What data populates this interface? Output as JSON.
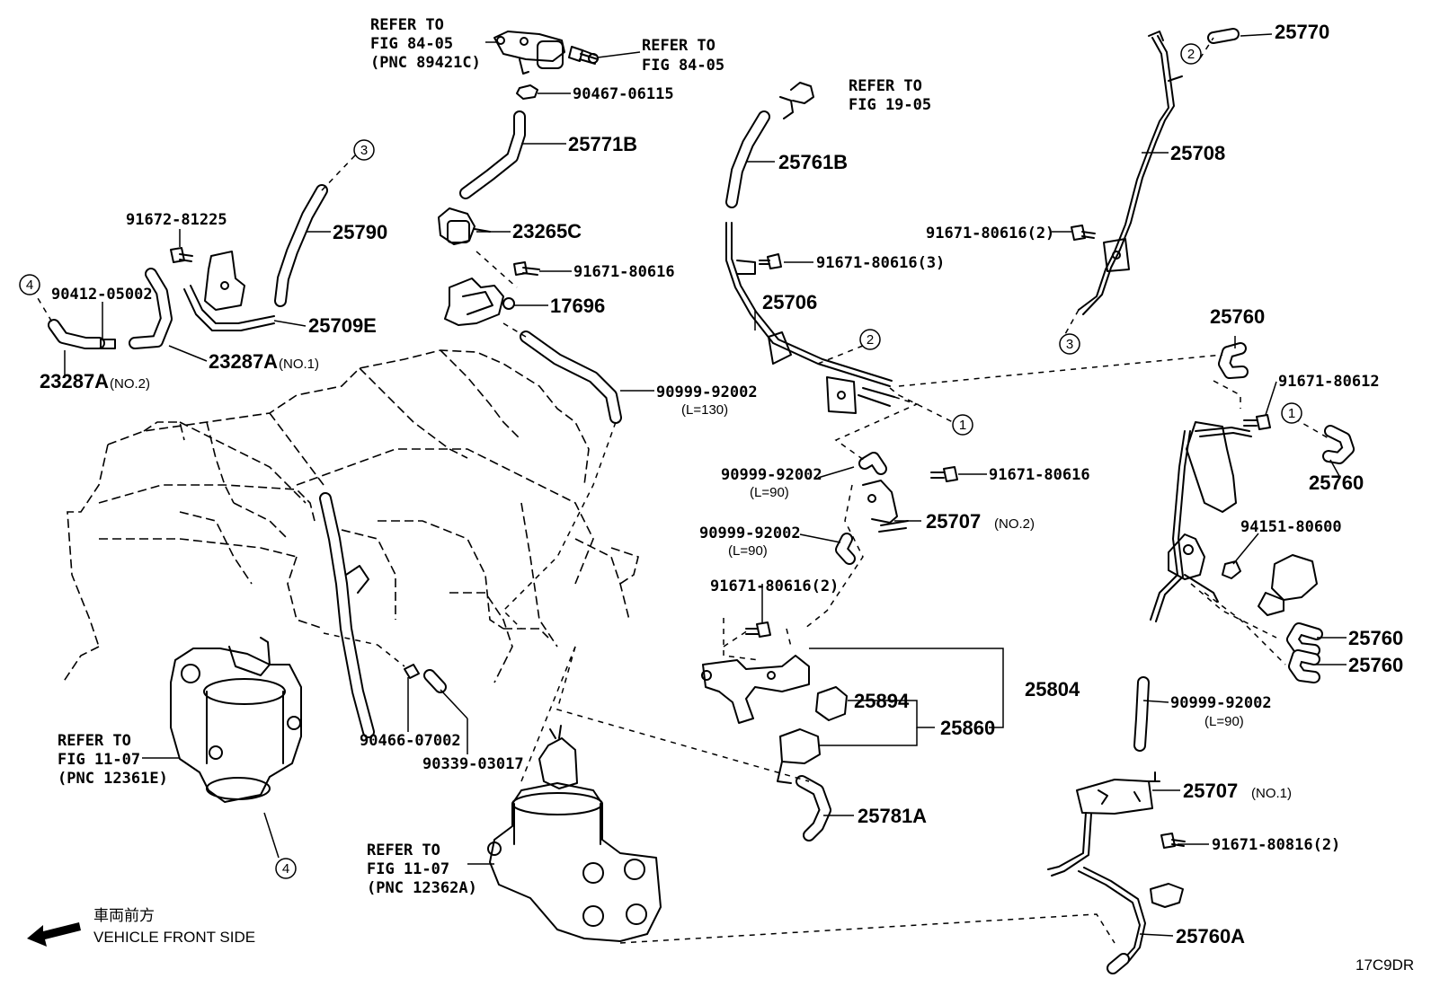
{
  "refs": {
    "fig84_left": [
      "REFER TO",
      "FIG 84-05",
      "(PNC 89421C)"
    ],
    "fig84_right": [
      "REFER TO",
      "FIG 84-05"
    ],
    "fig19": [
      "REFER TO",
      "FIG 19-05"
    ],
    "fig11_left": [
      "REFER TO",
      "FIG 11-07",
      "(PNC 12361E)"
    ],
    "fig11_bottom": [
      "REFER TO",
      "FIG 11-07",
      "(PNC 12362A)"
    ]
  },
  "parts": {
    "p90467": "90467-06115",
    "p25771B": "25771B",
    "p23265C": "23265C",
    "p91671_80616_a": "91671-80616",
    "p17696": "17696",
    "p90999_130": "90999-92002",
    "p90999_130_len": "(L=130)",
    "p25790": "25790",
    "p91672": "91672-81225",
    "p90412": "90412-05002",
    "p25709E": "25709E",
    "p23287A_1": "23287A",
    "p23287A_1_sub": "(NO.1)",
    "p23287A_2": "23287A",
    "p23287A_2_sub": "(NO.2)",
    "p25761B": "25761B",
    "p91671_80616_3": "91671-80616(3)",
    "p25706": "25706",
    "p25770": "25770",
    "p25708": "25708",
    "p91671_80616_2_top": "91671-80616(2)",
    "p25760_top": "25760",
    "p91671_80612": "91671-80612",
    "p25760_mid": "25760",
    "p94151": "94151-80600",
    "p25760_r1": "25760",
    "p25760_r2": "25760",
    "p90999_90_a": "90999-92002",
    "p90999_90_a_len": "(L=90)",
    "p91671_80616_b": "91671-80616",
    "p25707_2": "25707",
    "p25707_2_sub": "(NO.2)",
    "p90999_90_b": "90999-92002",
    "p90999_90_b_len": "(L=90)",
    "p91671_80616_2_mid": "91671-80616(2)",
    "p25804": "25804",
    "p25894": "25894",
    "p25860": "25860",
    "p25781A": "25781A",
    "p90466": "90466-07002",
    "p90339": "90339-03017",
    "p90999_90_c": "90999-92002",
    "p90999_90_c_len": "(L=90)",
    "p25707_1": "25707",
    "p25707_1_sub": "(NO.1)",
    "p91671_80816": "91671-80816(2)",
    "p25760A": "25760A"
  },
  "callouts": {
    "c1": "1",
    "c2": "2",
    "c3": "3",
    "c4": "4"
  },
  "footer": {
    "front_jp": "車両前方",
    "front_en": "VEHICLE FRONT SIDE",
    "code": "17C9DR"
  }
}
